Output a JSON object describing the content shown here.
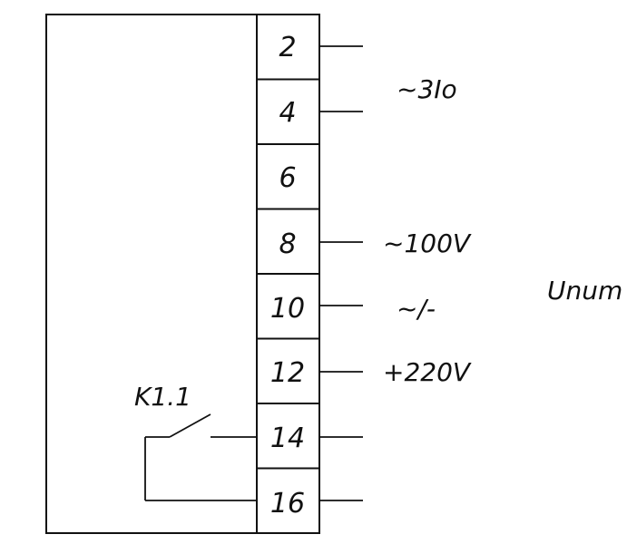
{
  "terminals": [
    "2",
    "4",
    "6",
    "8",
    "10",
    "12",
    "14",
    "16"
  ],
  "signals": {
    "current": "~3Io",
    "voltage_ac": "~100V",
    "voltage_acdc": "~/-",
    "voltage_dc": "+220V",
    "supply": "Unum"
  },
  "relay_contact": {
    "label": "K1.1"
  }
}
